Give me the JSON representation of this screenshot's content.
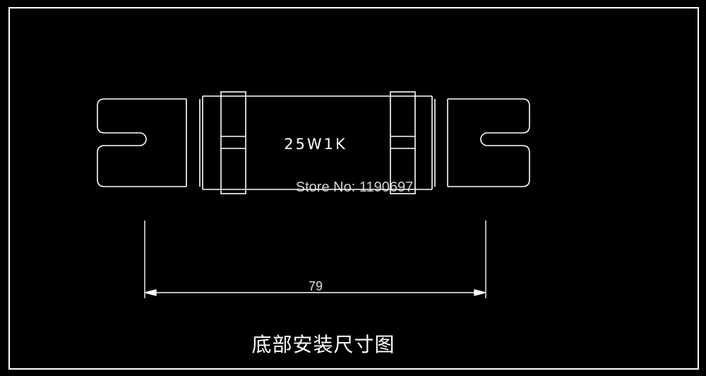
{
  "part_marking": "25W1K",
  "dimension": {
    "value": "79"
  },
  "watermark": "Store No: 1190697",
  "caption": "底部安装尺寸图",
  "colors": {
    "background": "#000000",
    "line": "#ffffff"
  }
}
